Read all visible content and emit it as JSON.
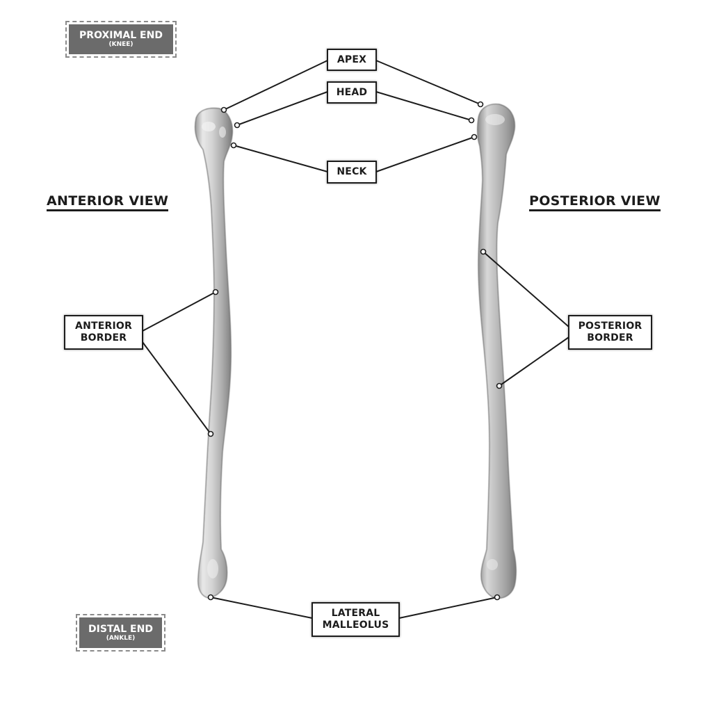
{
  "end_tags": {
    "proximal": {
      "label": "PROXIMAL END",
      "sub": "(KNEE)"
    },
    "distal": {
      "label": "DISTAL END",
      "sub": "(ANKLE)"
    }
  },
  "views": {
    "anterior": "ANTERIOR VIEW",
    "posterior": "POSTERIOR VIEW"
  },
  "labels": {
    "apex": "APEX",
    "head": "HEAD",
    "neck": "NECK",
    "anterior_border": [
      "ANTERIOR",
      "BORDER"
    ],
    "posterior_border": [
      "POSTERIOR",
      "BORDER"
    ],
    "lateral_malleolus": [
      "LATERAL",
      "MALLEOLUS"
    ]
  },
  "colors": {
    "label_border": "#1c1c1c",
    "end_tag_fill": "#6b6b6b",
    "end_tag_dash": "#8a8a8a",
    "bone_light": "#e6e6e6",
    "bone_dark": "#8f8f8f"
  }
}
